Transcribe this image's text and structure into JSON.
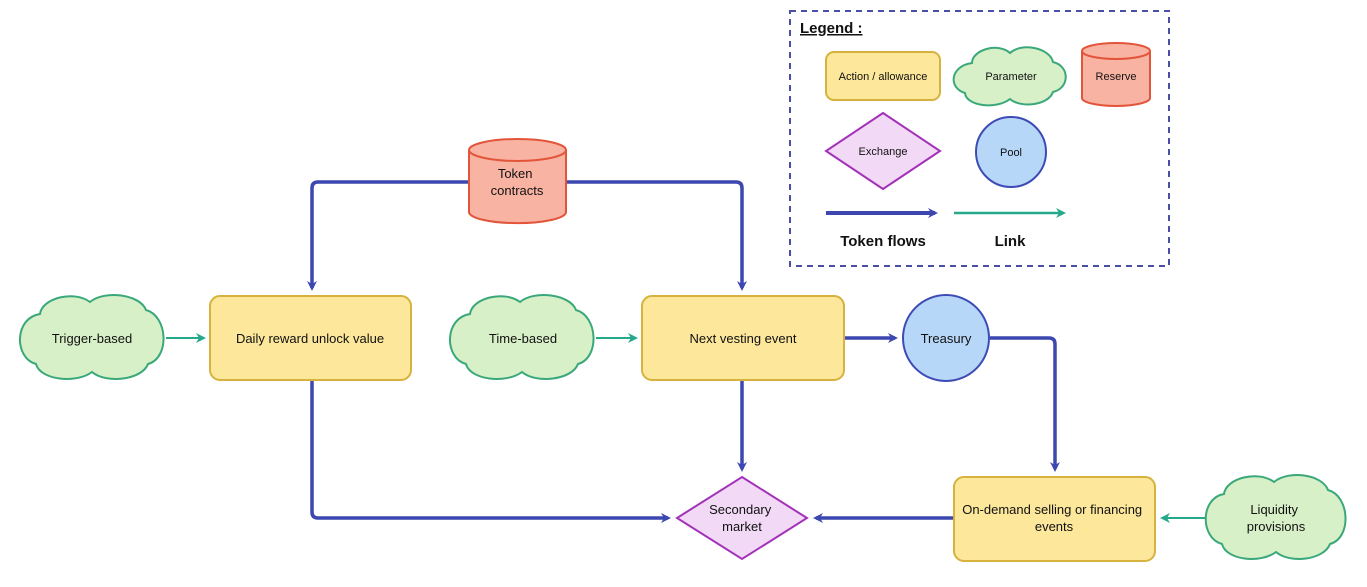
{
  "colors": {
    "action_fill": "#fce79b",
    "action_stroke": "#d7b23e",
    "parameter_fill": "#d8f0c8",
    "parameter_stroke": "#3aa87a",
    "reserve_fill": "#f9b3a3",
    "reserve_stroke": "#e2553a",
    "exchange_fill": "#f2d9f6",
    "exchange_stroke": "#a331b9",
    "pool_fill": "#b7d7f8",
    "pool_stroke": "#3d4bb5",
    "token_flow": "#3c47b0",
    "link": "#26a98b",
    "legend_border": "#4a4fa6"
  },
  "legend": {
    "title": "Legend :",
    "action": "Action / allowance",
    "parameter": "Parameter",
    "reserve": "Reserve",
    "exchange": "Exchange",
    "pool": "Pool",
    "token_flows": "Token flows",
    "link": "Link"
  },
  "nodes": {
    "token_contracts": [
      "Token",
      "contracts"
    ],
    "trigger_based": "Trigger-based",
    "daily_reward": "Daily reward unlock value",
    "time_based": "Time-based",
    "next_vesting": "Next vesting event",
    "treasury": "Treasury",
    "secondary_market": [
      "Secondary",
      "market"
    ],
    "on_demand": [
      "On-demand selling or financing",
      "events"
    ],
    "liquidity": [
      "Liquidity",
      "provisions"
    ]
  }
}
